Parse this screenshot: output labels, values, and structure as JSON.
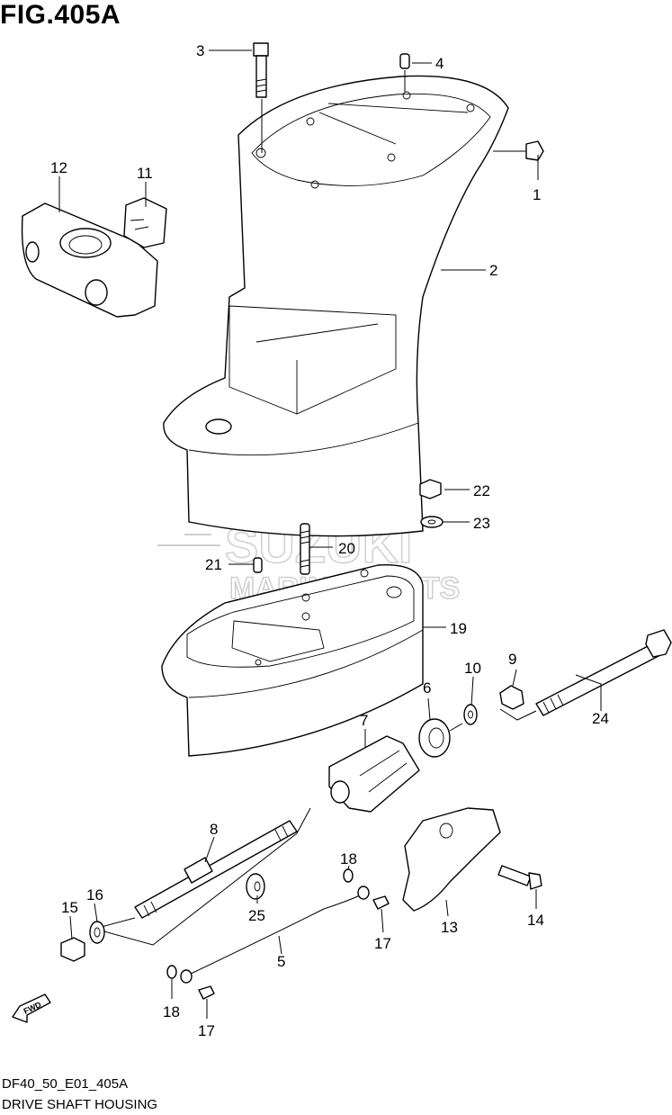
{
  "figure": {
    "title": "FIG.405A",
    "model_code": "DF40_50_E01_405A",
    "name": "DRIVE SHAFT HOUSING"
  },
  "watermark": {
    "line1": "SUZUKI",
    "line2": "MARINE PARTS"
  },
  "direction_marker": "FWD",
  "callouts": [
    "1",
    "2",
    "3",
    "4",
    "5",
    "6",
    "7",
    "8",
    "9",
    "10",
    "11",
    "12",
    "13",
    "14",
    "15",
    "16",
    "17",
    "17",
    "18",
    "18",
    "19",
    "20",
    "21",
    "22",
    "23",
    "24",
    "25"
  ]
}
